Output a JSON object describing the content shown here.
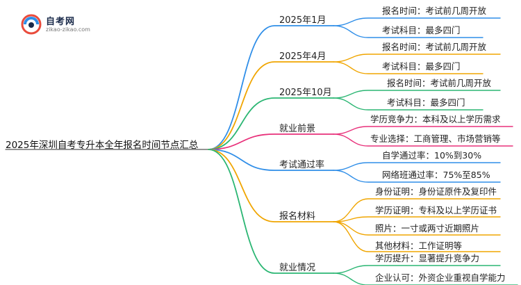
{
  "logo": {
    "name": "自考网",
    "url_text": "zikao-zikao.com"
  },
  "root": "2025年深圳自考专升本全年报名时间节点汇总",
  "colors": {
    "blue": "#2f8ee8",
    "orange": "#f0a500",
    "green": "#2bb673",
    "pink": "#e8307a",
    "teal": "#2aa8a0",
    "red": "#e94b3c"
  },
  "branches": [
    {
      "label": "2025年1月",
      "color": "#2f8ee8",
      "children": [
        "报名时间：考试前几周开放",
        "考试科目：最多四门"
      ]
    },
    {
      "label": "2025年4月",
      "color": "#f0a500",
      "children": [
        "报名时间：考试前几周开放",
        "考试科目：最多四门"
      ]
    },
    {
      "label": "2025年10月",
      "color": "#2bb673",
      "children": [
        "报名时间：考试前几周开放",
        "考试科目：最多四门"
      ]
    },
    {
      "label": "就业前景",
      "color": "#e8307a",
      "children": [
        "学历竞争力：本科及以上学历需求",
        "专业选择：工商管理、市场营销等"
      ]
    },
    {
      "label": "考试通过率",
      "color": "#2f8ee8",
      "children": [
        "自学通过率：10%到30%",
        "网络班通过率：75%至85%"
      ]
    },
    {
      "label": "报名材料",
      "color": "#f0a500",
      "children": [
        "身份证明：身份证原件及复印件",
        "学历证明：专科及以上学历证书",
        "照片：一寸或两寸近期照片",
        "其他材料：工作证明等"
      ]
    },
    {
      "label": "就业情况",
      "color": "#2bb673",
      "children": [
        "学历提升：显著提升竞争力",
        "企业认可：外资企业重视自学能力"
      ]
    }
  ]
}
